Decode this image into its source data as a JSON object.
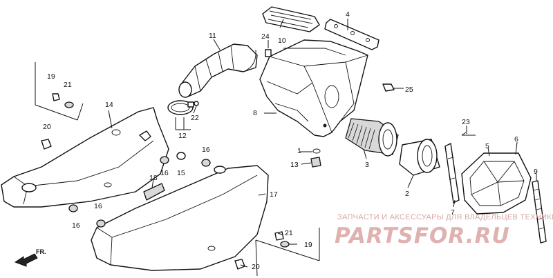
{
  "callouts": {
    "c1": "1",
    "c2": "2",
    "c3": "3",
    "c4": "4",
    "c5": "5",
    "c6": "6",
    "c7": "7",
    "c8": "8",
    "c9": "9",
    "c10": "10",
    "c11": "11",
    "c12": "12",
    "c13": "13",
    "c14": "14",
    "c15": "15",
    "c16a": "16",
    "c16b": "16",
    "c16c": "16",
    "c16d": "16",
    "c17": "17",
    "c18": "18",
    "c19a": "19",
    "c19b": "19",
    "c20a": "20",
    "c20b": "20",
    "c21a": "21",
    "c21b": "21",
    "c22": "22",
    "c23": "23",
    "c24": "24",
    "c25": "25"
  },
  "direction_marker": {
    "label": "FR."
  },
  "watermark": {
    "caption": "ЗАПЧАСТИ И АКСЕССУАРЫ ДЛЯ ВЛАДЕЛЬЦЕВ ТЕХНИКИ",
    "logo": "PARTSFOR.RU"
  },
  "colors": {
    "line": "#111111",
    "watermark": "#e0b1b1"
  }
}
